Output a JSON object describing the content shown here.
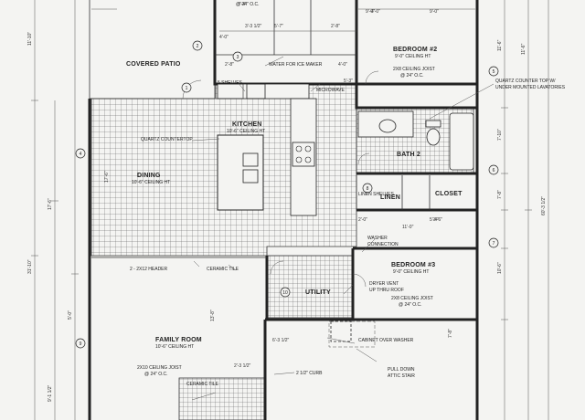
{
  "rooms": {
    "covered_patio": {
      "label": "COVERED PATIO"
    },
    "bedroom2": {
      "label": "BEDROOM #2",
      "ceiling": "9'-0\" CEILING HT",
      "joist": "2X8 CEILING JOIST",
      "spacing": "@ 24\" O.C."
    },
    "kitchen": {
      "label": "KITCHEN",
      "ceiling": "10'-6\" CEILING HT"
    },
    "dining": {
      "label": "DINING",
      "ceiling": "10'-6\" CEILING HT"
    },
    "bath2": {
      "label": "BATH 2"
    },
    "linen_a": {
      "label": "LINEN SHELVES"
    },
    "linen_b": {
      "label": "LINEN"
    },
    "closet": {
      "label": "CLOSET"
    },
    "bedroom3": {
      "label": "BEDROOM #3",
      "ceiling": "9'-0\" CEILING HT",
      "joist": "2X8 CEILING JOIST",
      "spacing": "@ 24\" O.C."
    },
    "utility": {
      "label": "UTILITY"
    },
    "family": {
      "label": "FAMILY ROOM",
      "ceiling": "10'-6\" CEILING HT",
      "joist": "2X10 CEILING JOIST",
      "spacing": "@ 24\" O.C."
    }
  },
  "notes": {
    "top_spacing": "@ 24\" O.C.",
    "water_ice": "WATER FOR ICE MAKER",
    "shelves": "5 SHELVES",
    "microwave": "MICROWAVE",
    "quartz_island": "QUARTZ COUNTERTOP",
    "quartz_bath": "QUARTZ COUNTER TOP W/",
    "quartz_bath2": "UNDER MOUNTED LAVATORIES",
    "header": "2 - 2X12 HEADER",
    "ceramic_tile": "CERAMIC TILE",
    "ceramic_tile2": "CERAMIC TILE",
    "washer_conn": "WASHER",
    "washer_conn2": "CONNECTION",
    "dryer_vent": "DRYER VENT",
    "dryer_vent2": "UP THRU ROOF",
    "cabinet_washer": "CABINET OVER WASHER",
    "curb": "2 1/2\" CURB",
    "pull_down": "PULL DOWN",
    "pull_down2": "ATTIC STAIR"
  },
  "dimensions": {
    "d1": "11'-10\"",
    "d2": "7'-4\"",
    "d3": "9'-0\"",
    "d4": "9'-0\"",
    "d5": "17'-6\"",
    "d6": "31'-10\"",
    "d7": "17'-6\"",
    "d8": "5'-0\"",
    "d9": "9'-1 1/2\"",
    "d10": "11'-6\"",
    "d11": "7'-8\"",
    "d12": "11'-6\"",
    "d13": "10'-6\"",
    "d14": "60'-3 1/2\"",
    "d15": "6'-3 1/2\"",
    "d16": "2'-3 1/2\"",
    "d17": "7'-8\"",
    "d18": "4'-0\"",
    "d19": "3'-3 1/2\"",
    "d20": "5'-7\"",
    "d21": "2'-8\"",
    "d22": "2'-8\"",
    "d23": "4'-0\"",
    "d24": "2'-0\"",
    "d25": "5'-4\"",
    "d26": "11'-0\"",
    "d27": "13'-8\"",
    "d28": "5'-3\"",
    "d29": "7'-10\"",
    "d30": "3'-6\"",
    "d31": "4'-0\""
  },
  "markers": [
    "1",
    "2",
    "3",
    "4",
    "5",
    "6",
    "7",
    "8",
    "9",
    "10"
  ]
}
